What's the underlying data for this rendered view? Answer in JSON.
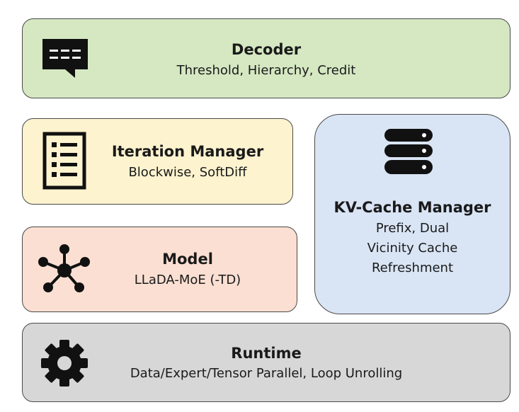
{
  "decoder": {
    "title": "Decoder",
    "subtitle": "Threshold, Hierarchy, Credit",
    "icon": "message-icon"
  },
  "iteration_manager": {
    "title": "Iteration Manager",
    "subtitle": "Blockwise, SoftDiff",
    "icon": "list-icon"
  },
  "model": {
    "title": "Model",
    "subtitle": "LLaDA-MoE (-TD)",
    "icon": "network-icon"
  },
  "kv_cache_manager": {
    "title": "KV-Cache Manager",
    "lines": [
      "Prefix, Dual",
      "Vicinity Cache",
      "Refreshment"
    ],
    "icon": "database-icon"
  },
  "runtime": {
    "title": "Runtime",
    "subtitle": "Data/Expert/Tensor Parallel, Loop Unrolling",
    "icon": "gear-icon"
  },
  "colors": {
    "decoder_bg": "#d5e8c2",
    "iteration_bg": "#fdf3cf",
    "model_bg": "#fadfd2",
    "kv_bg": "#d9e5f5",
    "runtime_bg": "#d7d7d7",
    "border": "#4a4a4a",
    "icon": "#111111"
  }
}
